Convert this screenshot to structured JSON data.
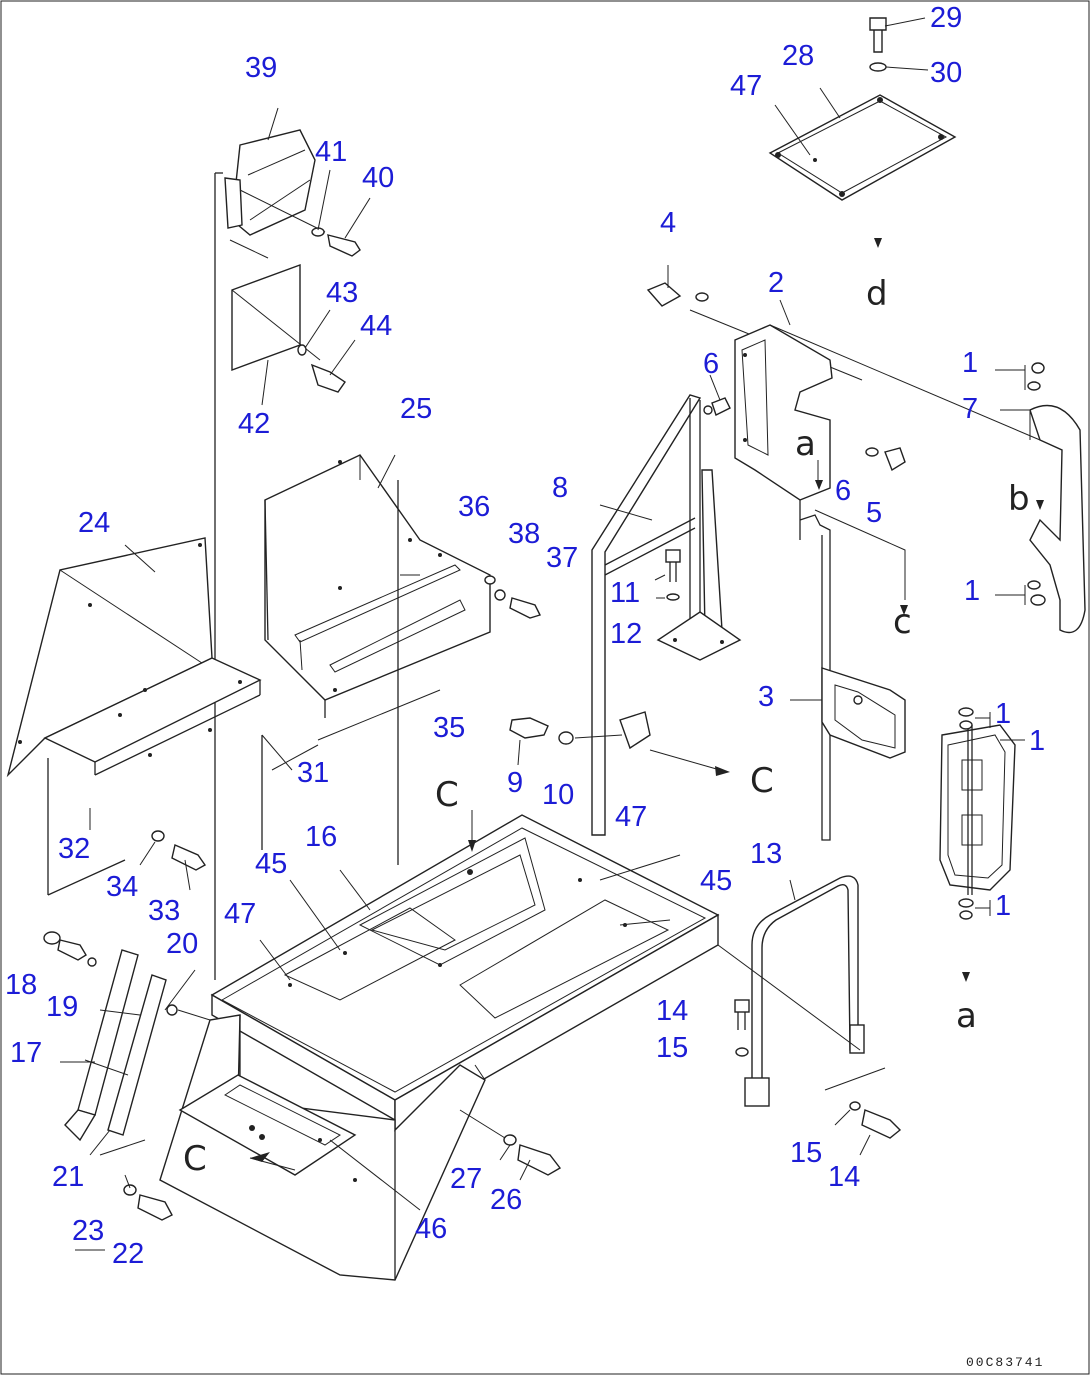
{
  "colors": {
    "callout": "#1c1cd6",
    "line": "#222222",
    "background": "#ffffff"
  },
  "callouts": [
    {
      "id": "c29",
      "text": "29"
    },
    {
      "id": "c28",
      "text": "28"
    },
    {
      "id": "c30",
      "text": "30"
    },
    {
      "id": "c47a",
      "text": "47"
    },
    {
      "id": "c39",
      "text": "39"
    },
    {
      "id": "c41",
      "text": "41"
    },
    {
      "id": "c40",
      "text": "40"
    },
    {
      "id": "c43",
      "text": "43"
    },
    {
      "id": "c44",
      "text": "44"
    },
    {
      "id": "c42",
      "text": "42"
    },
    {
      "id": "c4",
      "text": "4"
    },
    {
      "id": "c2",
      "text": "2"
    },
    {
      "id": "c1a",
      "text": "1"
    },
    {
      "id": "c7",
      "text": "7"
    },
    {
      "id": "c6a",
      "text": "6"
    },
    {
      "id": "c6b",
      "text": "6"
    },
    {
      "id": "c5",
      "text": "5"
    },
    {
      "id": "c25",
      "text": "25"
    },
    {
      "id": "c24",
      "text": "24"
    },
    {
      "id": "c36",
      "text": "36"
    },
    {
      "id": "c38",
      "text": "38"
    },
    {
      "id": "c37",
      "text": "37"
    },
    {
      "id": "c8",
      "text": "8"
    },
    {
      "id": "c11",
      "text": "11"
    },
    {
      "id": "c12",
      "text": "12"
    },
    {
      "id": "c1b",
      "text": "1"
    },
    {
      "id": "c3",
      "text": "3"
    },
    {
      "id": "c1c",
      "text": "1"
    },
    {
      "id": "c1d",
      "text": "1"
    },
    {
      "id": "c35",
      "text": "35"
    },
    {
      "id": "c31",
      "text": "31"
    },
    {
      "id": "c9",
      "text": "9"
    },
    {
      "id": "c10",
      "text": "10"
    },
    {
      "id": "c47b",
      "text": "47"
    },
    {
      "id": "c32",
      "text": "32"
    },
    {
      "id": "c16",
      "text": "16"
    },
    {
      "id": "c45a",
      "text": "45"
    },
    {
      "id": "c34",
      "text": "34"
    },
    {
      "id": "c33",
      "text": "33"
    },
    {
      "id": "c13",
      "text": "13"
    },
    {
      "id": "c45b",
      "text": "45"
    },
    {
      "id": "c1e",
      "text": "1"
    },
    {
      "id": "c47c",
      "text": "47"
    },
    {
      "id": "c20",
      "text": "20"
    },
    {
      "id": "c18",
      "text": "18"
    },
    {
      "id": "c19",
      "text": "19"
    },
    {
      "id": "c14a",
      "text": "14"
    },
    {
      "id": "c15a",
      "text": "15"
    },
    {
      "id": "c17",
      "text": "17"
    },
    {
      "id": "c21",
      "text": "21"
    },
    {
      "id": "c27",
      "text": "27"
    },
    {
      "id": "c26",
      "text": "26"
    },
    {
      "id": "c15b",
      "text": "15"
    },
    {
      "id": "c14b",
      "text": "14"
    },
    {
      "id": "c23",
      "text": "23"
    },
    {
      "id": "c22",
      "text": "22"
    },
    {
      "id": "c46",
      "text": "46"
    }
  ],
  "view_letters": [
    {
      "id": "d",
      "text": "d"
    },
    {
      "id": "a1",
      "text": "a"
    },
    {
      "id": "b",
      "text": "b"
    },
    {
      "id": "c1",
      "text": "c"
    },
    {
      "id": "C1",
      "text": "C"
    },
    {
      "id": "C2",
      "text": "C"
    },
    {
      "id": "C3",
      "text": "C"
    },
    {
      "id": "a2",
      "text": "a"
    }
  ],
  "drawing_code": "00C83741"
}
